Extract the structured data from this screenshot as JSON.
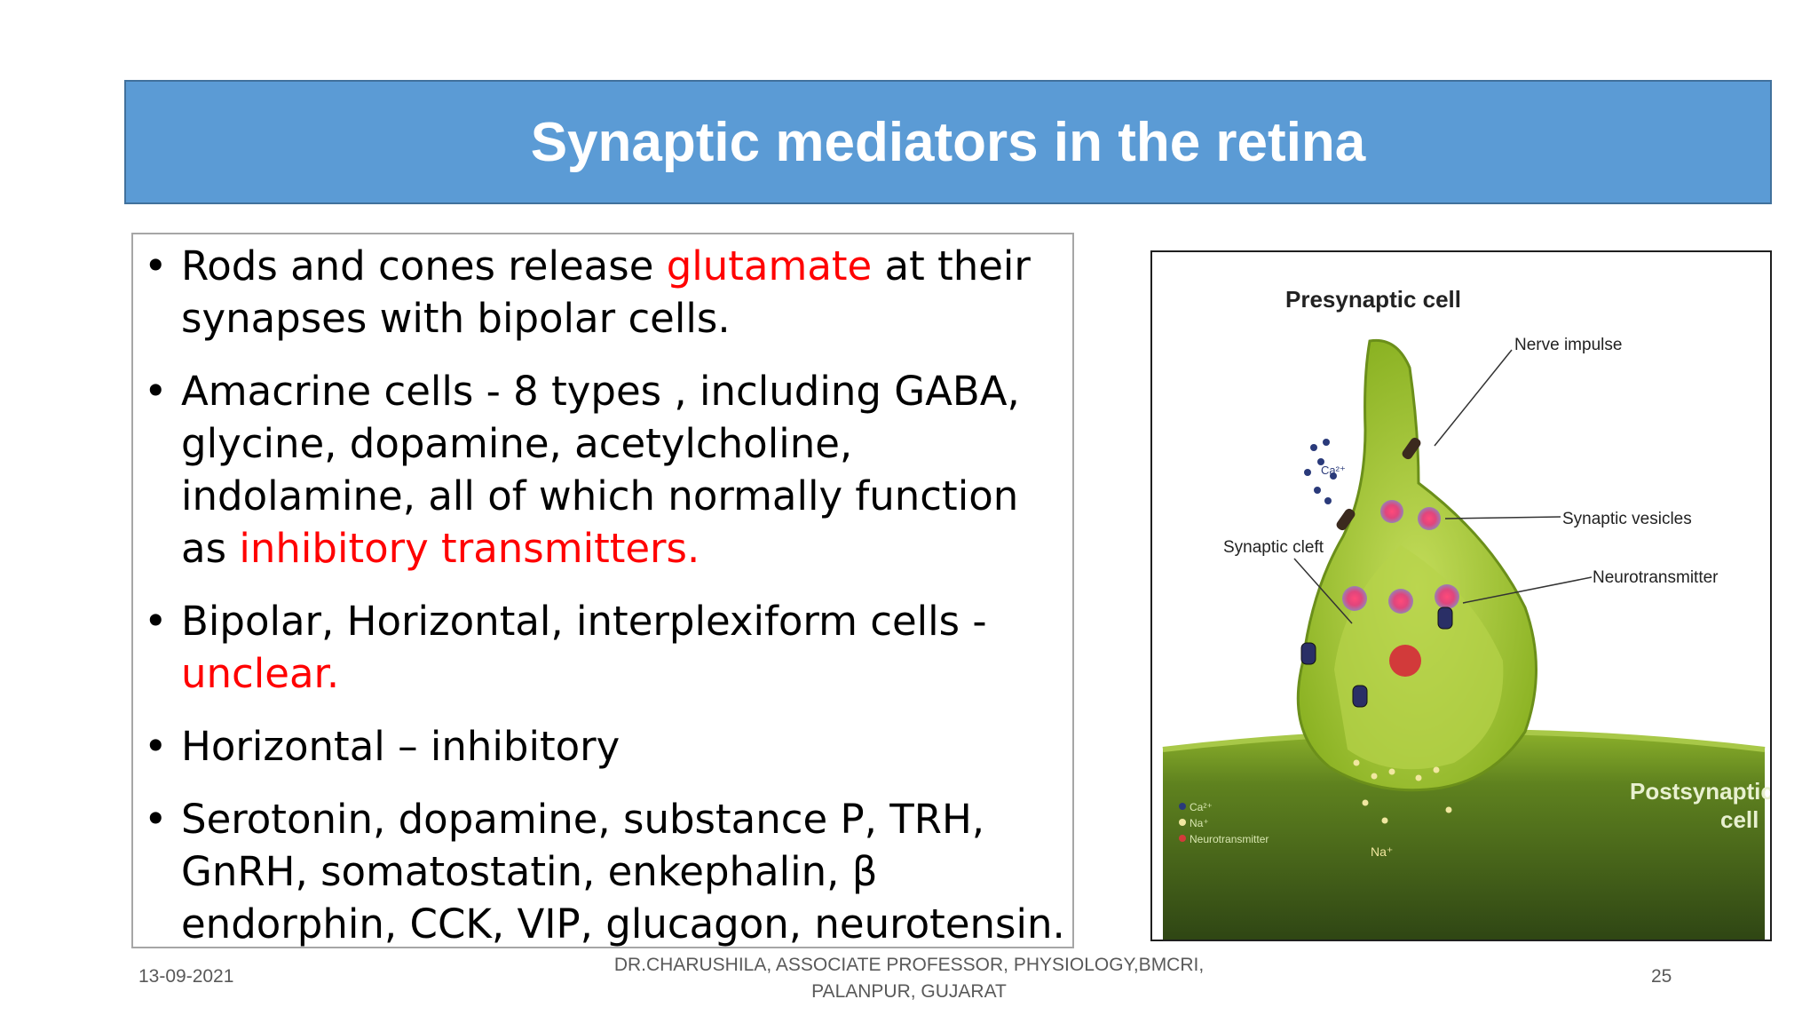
{
  "slide": {
    "title": "Synaptic mediators in the retina",
    "bullets": [
      {
        "segments": [
          {
            "text": "Rods and cones release ",
            "highlight": false
          },
          {
            "text": "glutamate",
            "highlight": true
          },
          {
            "text": " at their synapses with bipolar cells.",
            "highlight": false
          }
        ]
      },
      {
        "segments": [
          {
            "text": "Amacrine cells  - 8 types , including GABA, glycine, dopamine, acetylcholine, indolamine, all of which normally function as ",
            "highlight": false
          },
          {
            "text": "inhibitory transmitters.",
            "highlight": true
          }
        ]
      },
      {
        "segments": [
          {
            "text": "Bipolar, Horizontal, interplexiform cells - ",
            "highlight": false
          },
          {
            "text": "unclear.",
            "highlight": true
          }
        ]
      },
      {
        "segments": [
          {
            "text": "Horizontal – inhibitory",
            "highlight": false
          }
        ]
      },
      {
        "segments": [
          {
            "text": "Serotonin, dopamine, substance P, TRH, GnRH, somatostatin, enkephalin, β endorphin, CCK, VIP, glucagon, neurotensin.",
            "highlight": false
          }
        ]
      }
    ]
  },
  "figure": {
    "labels": {
      "presynaptic": "Presynaptic cell",
      "nerve_impulse": "Nerve impulse",
      "synaptic_vesicles": "Synaptic vesicles",
      "synaptic_cleft": "Synaptic cleft",
      "neurotransmitter": "Neurotransmitter",
      "postsynaptic_line1": "Postsynaptic",
      "postsynaptic_line2": "cell",
      "ca_ion": "Ca²⁺",
      "na_ion": "Na⁺",
      "legend_ca": "Ca²⁺",
      "legend_na": "Na⁺",
      "legend_nt": "Neurotransmitter"
    }
  },
  "footer": {
    "date": "13-09-2021",
    "author_line1": "DR.CHARUSHILA, ASSOCIATE PROFESSOR, PHYSIOLOGY,BMCRI,",
    "author_line2": "PALANPUR, GUJARAT",
    "page": "25"
  },
  "colors": {
    "title_bg": "#5b9bd5",
    "title_text": "#ffffff",
    "highlight": "#ff0000",
    "cell_green": "#9ec234",
    "postsynaptic_dark": "#3f5a1a"
  }
}
